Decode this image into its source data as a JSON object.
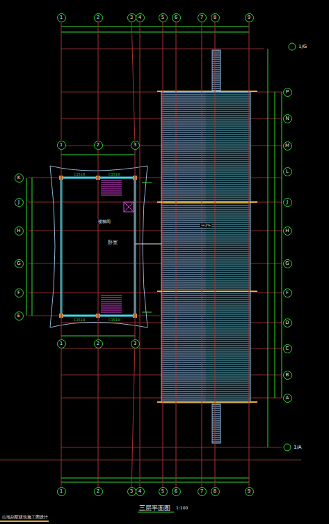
{
  "diagram": {
    "title": "三层平面图",
    "nodes": [
      {
        "text": [
          "1"
        ]
      },
      {
        "text": [
          "2"
        ]
      },
      {
        "text": [
          "3"
        ]
      },
      {
        "text": [
          "4"
        ]
      },
      {
        "text": [
          "5"
        ]
      },
      {
        "text": [
          "6"
        ]
      },
      {
        "text": [
          "7"
        ]
      },
      {
        "text": [
          "8"
        ]
      },
      {
        "text": [
          "9"
        ]
      },
      {
        "text": [
          "1"
        ]
      },
      {
        "text": [
          "2"
        ]
      },
      {
        "text": [
          "3"
        ]
      },
      {
        "text": [
          "4"
        ]
      },
      {
        "text": [
          "5"
        ]
      },
      {
        "text": [
          "6"
        ]
      },
      {
        "text": [
          "7"
        ]
      },
      {
        "text": [
          "8"
        ]
      },
      {
        "text": [
          "9"
        ]
      },
      {
        "text": [
          "1"
        ]
      },
      {
        "text": [
          "2"
        ]
      },
      {
        "text": [
          "3"
        ]
      },
      {
        "text": [
          "1"
        ]
      },
      {
        "text": [
          "2"
        ]
      },
      {
        "text": [
          "3"
        ]
      },
      {
        "text": [
          "K"
        ]
      },
      {
        "text": [
          "J"
        ]
      },
      {
        "text": [
          "H"
        ]
      },
      {
        "text": [
          "G"
        ]
      },
      {
        "text": [
          "F"
        ]
      },
      {
        "text": [
          "E"
        ]
      },
      {
        "text": [
          "P"
        ]
      },
      {
        "text": [
          "N"
        ]
      },
      {
        "text": [
          "M"
        ]
      },
      {
        "text": [
          "L"
        ]
      },
      {
        "text": [
          "J"
        ]
      },
      {
        "text": [
          "H"
        ]
      },
      {
        "text": [
          "G"
        ]
      },
      {
        "text": [
          "F"
        ]
      },
      {
        "text": [
          "D"
        ]
      },
      {
        "text": [
          "C"
        ]
      },
      {
        "text": [
          "B"
        ]
      },
      {
        "text": [
          "A"
        ]
      }
    ],
    "edges": [
      {
        "from": 0,
        "to": 18,
        "arrow": "none"
      },
      {
        "from": 18,
        "to": 21,
        "arrow": "none"
      },
      {
        "from": 21,
        "to": 9,
        "arrow": "none"
      },
      {
        "from": 1,
        "to": 19,
        "arrow": "none"
      },
      {
        "from": 19,
        "to": 22,
        "arrow": "none"
      },
      {
        "from": 22,
        "to": 10,
        "arrow": "none"
      },
      {
        "from": 2,
        "to": 20,
        "arrow": "none"
      },
      {
        "from": 20,
        "to": 23,
        "arrow": "none"
      },
      {
        "from": 23,
        "to": 11,
        "arrow": "none"
      },
      {
        "from": 3,
        "to": 12,
        "arrow": "none"
      },
      {
        "from": 4,
        "to": 13,
        "arrow": "none"
      },
      {
        "from": 5,
        "to": 14,
        "arrow": "none"
      },
      {
        "from": 6,
        "to": 15,
        "arrow": "none"
      },
      {
        "from": 7,
        "to": 16,
        "arrow": "none"
      },
      {
        "from": 8,
        "to": 17,
        "arrow": "none"
      }
    ],
    "labels": [
      "1/G",
      "1/A",
      "卧室",
      "楼梯间",
      "C1518",
      "C1518",
      "C1518",
      "C1518",
      "i=2%",
      "1:100",
      "山地别墅建筑施工图设计"
    ]
  }
}
